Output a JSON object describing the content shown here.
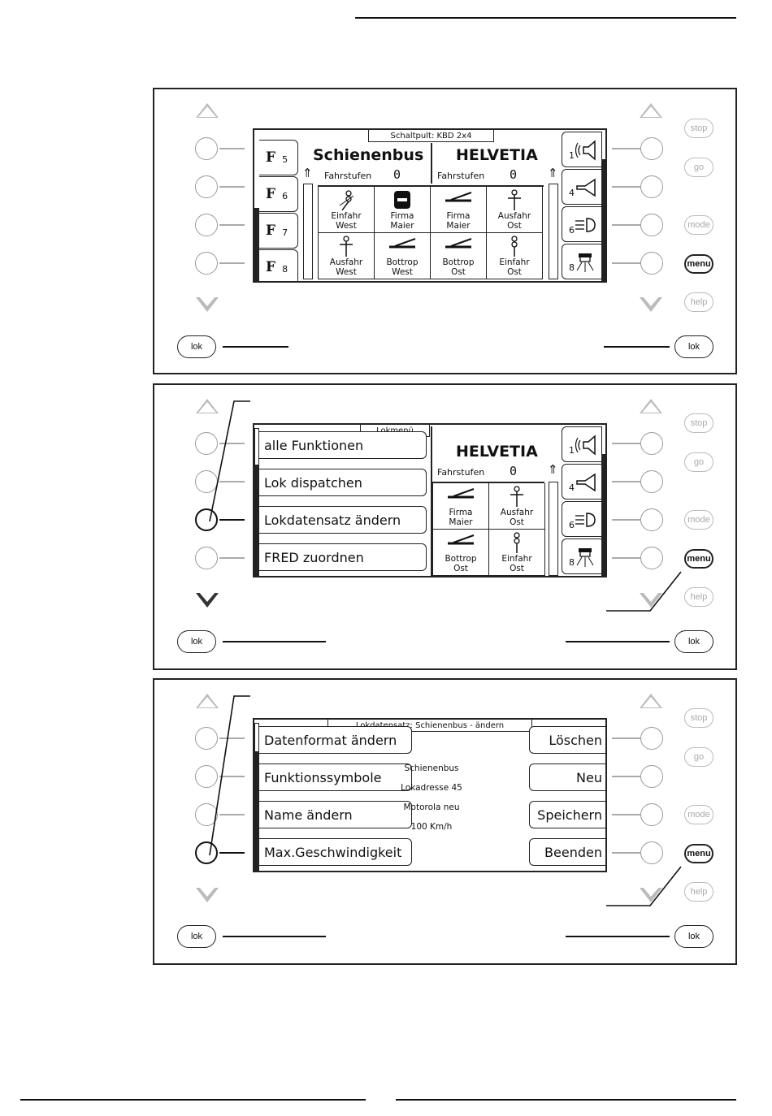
{
  "buttons": {
    "stop": "stop",
    "go": "go",
    "mode": "mode",
    "menu": "menu",
    "help": "help",
    "lok_left": "lok",
    "lok_right": "lok"
  },
  "screen1": {
    "title": "Schaltpult: KBD 2x4",
    "fkeys": [
      {
        "f": "F",
        "n": "5"
      },
      {
        "f": "F",
        "n": "6"
      },
      {
        "f": "F",
        "n": "7"
      },
      {
        "f": "F",
        "n": "8"
      }
    ],
    "loco_left": {
      "name": "Schienenbus",
      "fs_label": "Fahrstufen",
      "fs_value": "0"
    },
    "loco_right": {
      "name": "HELVETIA",
      "fs_label": "Fahrstufen",
      "fs_value": "0"
    },
    "cells": [
      {
        "l1": "Einfahr",
        "l2": "West",
        "icon": "signal-icon"
      },
      {
        "l1": "Firma",
        "l2": "Maier",
        "icon": "stop-sign-icon"
      },
      {
        "l1": "Firma",
        "l2": "Maier",
        "icon": "turnout-icon"
      },
      {
        "l1": "Ausfahr",
        "l2": "Ost",
        "icon": "signal-icon"
      },
      {
        "l1": "Ausfahr",
        "l2": "West",
        "icon": "signal-icon"
      },
      {
        "l1": "Bottrop",
        "l2": "West",
        "icon": "turnout-icon"
      },
      {
        "l1": "Bottrop",
        "l2": "Ost",
        "icon": "turnout-icon"
      },
      {
        "l1": "Einfahr",
        "l2": "Ost",
        "icon": "signal-icon"
      }
    ],
    "rkeys": [
      {
        "n": "1",
        "icon": "sound-icon"
      },
      {
        "n": "4",
        "icon": "horn-icon"
      },
      {
        "n": "6",
        "icon": "headlight-icon"
      },
      {
        "n": "8",
        "icon": "cab-light-icon"
      }
    ]
  },
  "screen2": {
    "title": "Lokmenü",
    "menu": [
      "alle Funktionen",
      "Lok dispatchen",
      "Lokdatensatz ändern",
      "FRED zuordnen"
    ],
    "loco_right": {
      "name": "HELVETIA",
      "fs_label": "Fahrstufen",
      "fs_value": "0"
    },
    "cells": [
      {
        "l1": "Firma",
        "l2": "Maier",
        "icon": "turnout-icon"
      },
      {
        "l1": "Ausfahr",
        "l2": "Ost",
        "icon": "signal-icon"
      },
      {
        "l1": "Bottrop",
        "l2": "Ost",
        "icon": "turnout-icon"
      },
      {
        "l1": "Einfahr",
        "l2": "Ost",
        "icon": "signal-icon"
      }
    ],
    "rkeys": [
      {
        "n": "1",
        "icon": "sound-icon"
      },
      {
        "n": "4",
        "icon": "horn-icon"
      },
      {
        "n": "6",
        "icon": "headlight-icon"
      },
      {
        "n": "8",
        "icon": "cab-light-icon"
      }
    ]
  },
  "screen3": {
    "title": "Lokdatensatz: Schienenbus - ändern",
    "menu_left": [
      "Datenformat ändern",
      "Funktionssymbole",
      "Name ändern",
      "Max.Geschwindigkeit"
    ],
    "menu_right": [
      "Löschen",
      "Neu",
      "Speichern",
      "Beenden"
    ],
    "info": [
      "Schienenbus",
      "Lokadresse 45",
      "Motorola neu",
      "100 Km/h"
    ]
  }
}
